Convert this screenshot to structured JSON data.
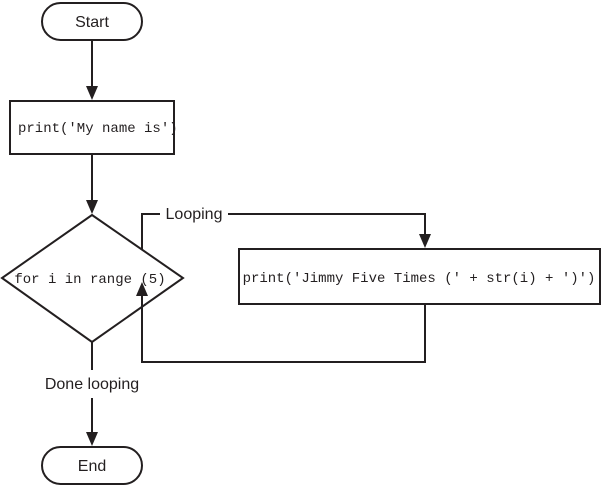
{
  "diagram": {
    "nodes": {
      "start": "Start",
      "print_name": "print('My name is')",
      "loop_condition": "for i in range (5)",
      "print_jimmy": "print('Jimmy Five Times (' + str(i) + ')')",
      "end": "End"
    },
    "edges": {
      "looping": "Looping",
      "done_looping": "Done looping"
    }
  },
  "colors": {
    "stroke": "#231f20",
    "fill": "#ffffff"
  }
}
